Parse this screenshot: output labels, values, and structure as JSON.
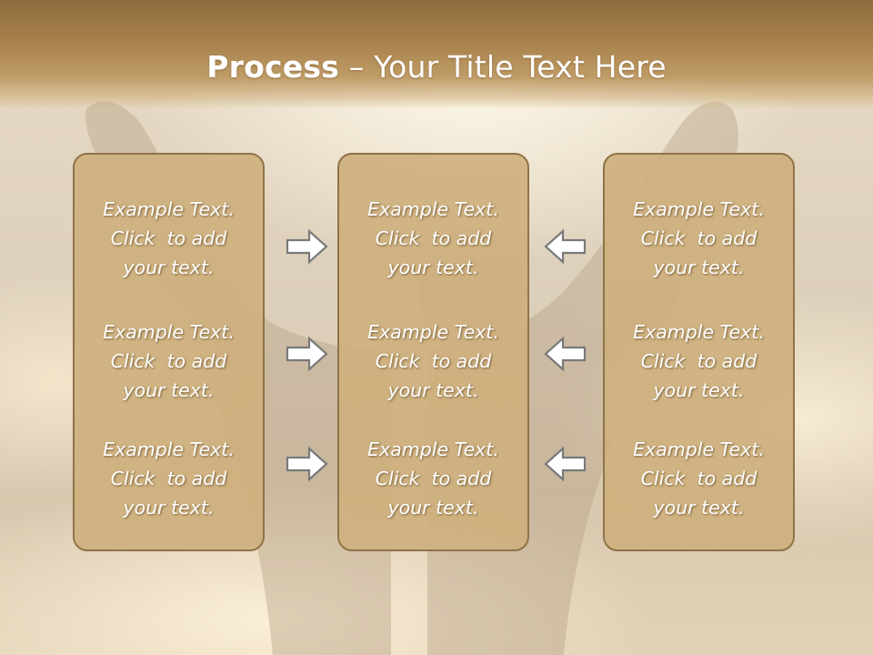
{
  "slide": {
    "title_bold": "Process",
    "title_rest": " – Your Title Text Here"
  },
  "columns": [
    {
      "items": [
        {
          "line1": "Example Text.",
          "line2": "Click  to add",
          "line3": "your text."
        },
        {
          "line1": "Example Text.",
          "line2": "Click  to add",
          "line3": "your text."
        },
        {
          "line1": "Example Text.",
          "line2": "Click  to add",
          "line3": "your text."
        }
      ]
    },
    {
      "items": [
        {
          "line1": "Example Text.",
          "line2": "Click  to add",
          "line3": "your text."
        },
        {
          "line1": "Example Text.",
          "line2": "Click  to add",
          "line3": "your text."
        },
        {
          "line1": "Example Text.",
          "line2": "Click  to add",
          "line3": "your text."
        }
      ]
    },
    {
      "items": [
        {
          "line1": "Example Text.",
          "line2": "Click  to add",
          "line3": "your text."
        },
        {
          "line1": "Example Text.",
          "line2": "Click  to add",
          "line3": "your text."
        },
        {
          "line1": "Example Text.",
          "line2": "Click  to add",
          "line3": "your text."
        }
      ]
    }
  ],
  "icons": {
    "left_arrows": "arrow-right-icon",
    "right_arrows": "arrow-left-icon"
  },
  "colors": {
    "title_bar": "#a57f4a",
    "box_fill": "#cfb07e",
    "box_border": "#8f7348",
    "text": "#ffffff"
  }
}
